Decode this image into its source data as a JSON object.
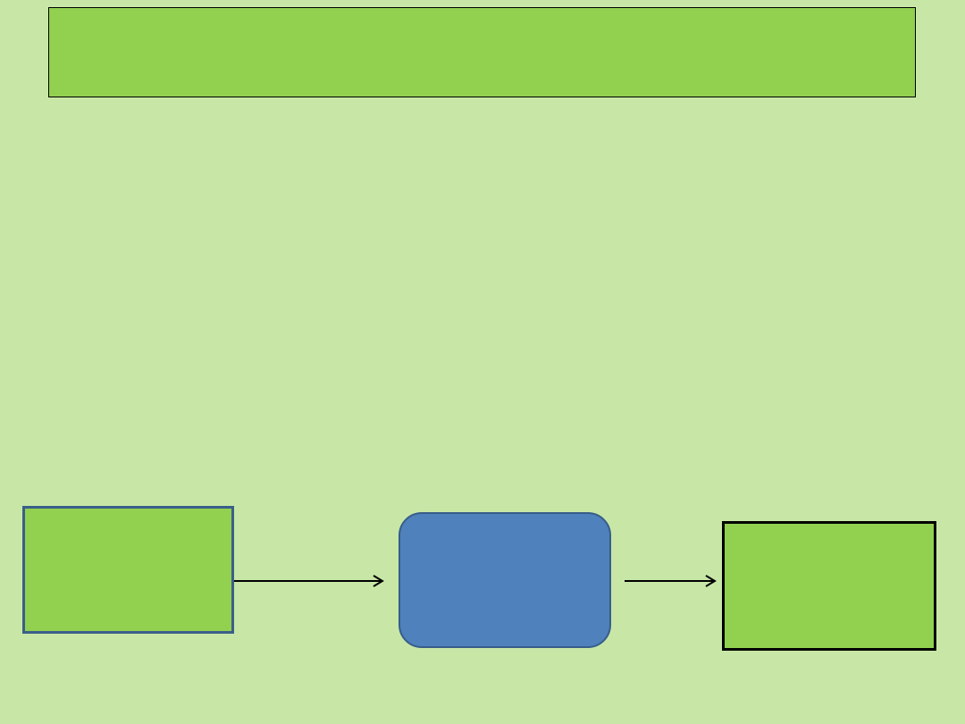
{
  "slide": {
    "title": ""
  },
  "nodes": {
    "left": {
      "label": ""
    },
    "middle": {
      "label": ""
    },
    "right": {
      "label": ""
    }
  },
  "colors": {
    "background": "#c8e7a6",
    "box_fill": "#92d050",
    "rounded_box_fill": "#4f81bd",
    "rounded_box_border": "#385d8a",
    "left_box_border": "#3a5f8a",
    "arrow": "#000000"
  },
  "edges": [
    {
      "from": "left-box",
      "to": "middle-box"
    },
    {
      "from": "middle-box",
      "to": "right-box"
    }
  ]
}
